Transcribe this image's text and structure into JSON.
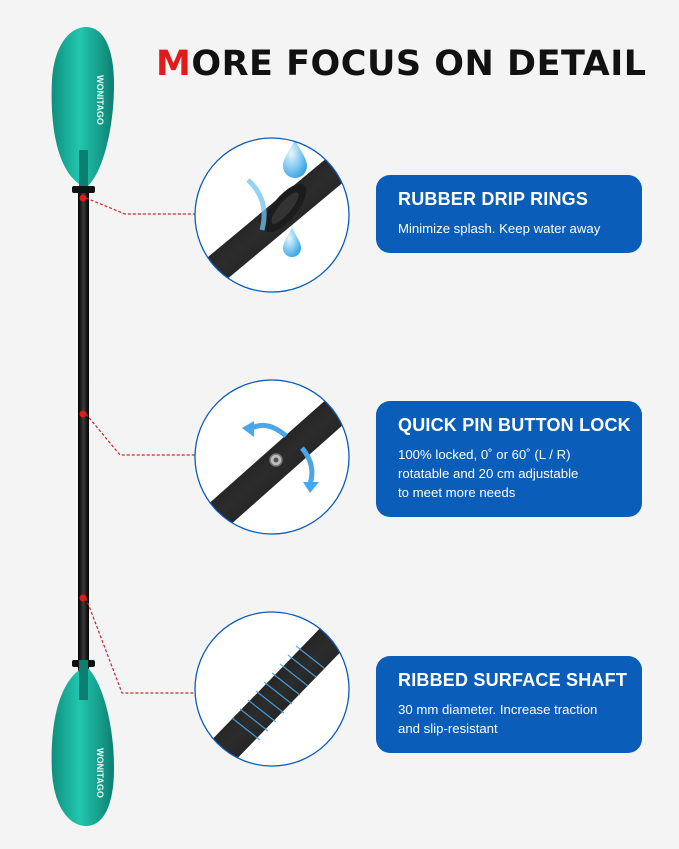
{
  "headline": {
    "first_letter": "M",
    "rest": "ORE FOCUS ON DETAIL"
  },
  "brand": {
    "blade_logo": "WONITAGO"
  },
  "colors": {
    "accent_red": "#e11a1a",
    "card_blue": "#0a5db8",
    "blade_teal": "#17b29c",
    "shaft_black": "#151515"
  },
  "features": [
    {
      "title": "RUBBER DRIP RINGS",
      "description": "Minimize splash. Keep water away",
      "icon": "water-drop-icon"
    },
    {
      "title": "QUICK PIN BUTTON LOCK",
      "description": "100% locked, 0˚ or 60˚ (L / R)\nrotatable and 20 cm adjustable\nto meet more needs",
      "icon": "rotate-arrows-icon"
    },
    {
      "title": "RIBBED SURFACE SHAFT",
      "description": "30 mm diameter. Increase traction\nand slip-resistant",
      "icon": "ribbed-grip-icon"
    }
  ]
}
